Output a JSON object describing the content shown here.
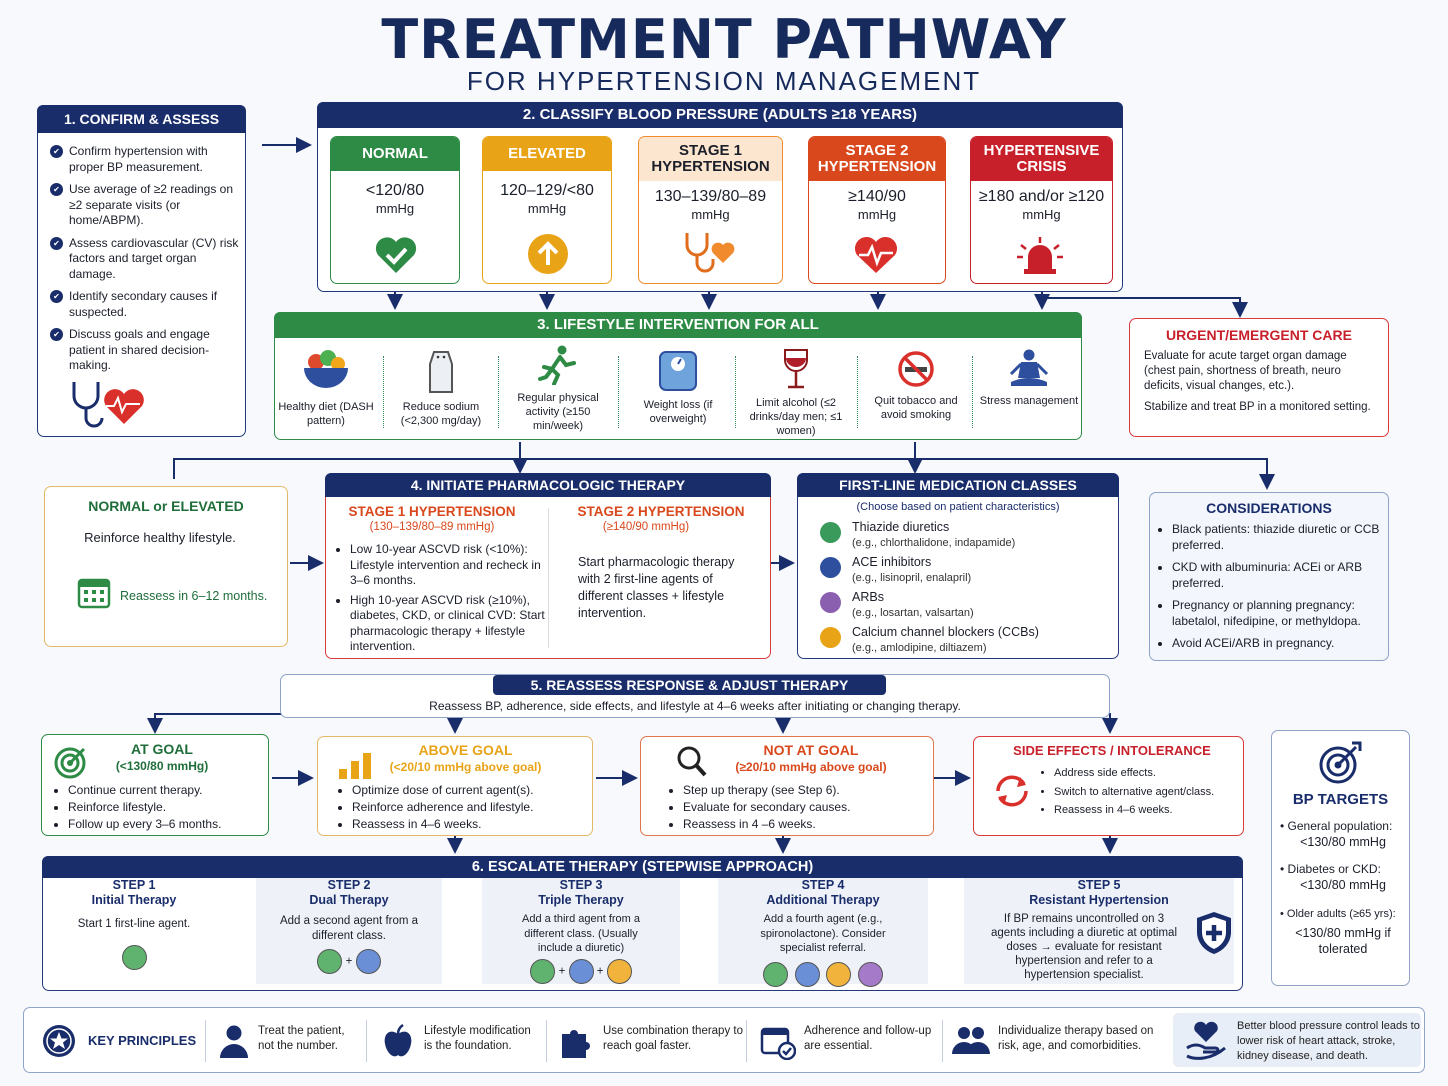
{
  "title": "TREATMENT PATHWAY",
  "subtitle": "FOR HYPERTENSION MANAGEMENT",
  "confirm": {
    "header": "1. CONFIRM & ASSESS",
    "items": [
      "Confirm hypertension with proper BP measurement.",
      "Use average of ≥2 readings on ≥2 separate visits (or home/ABPM).",
      "Assess cardiovascular (CV) risk factors and target organ damage.",
      "Identify secondary causes if suspected.",
      "Discuss goals and engage patient in shared decision-making."
    ]
  },
  "classify": {
    "header": "2. CLASSIFY BLOOD PRESSURE (ADULTS ≥18 YEARS)",
    "categories": [
      {
        "name": "NORMAL",
        "value": "<120/80",
        "unit": "mmHg",
        "color": "#2e8b45"
      },
      {
        "name": "ELEVATED",
        "value": "120–129/<80",
        "unit": "mmHg",
        "color": "#e8a317"
      },
      {
        "name": "STAGE 1 HYPERTENSION",
        "value": "130–139/80–89",
        "unit": "mmHg",
        "color": "#f08a2c"
      },
      {
        "name": "STAGE 2 HYPERTENSION",
        "value": "≥140/90",
        "unit": "mmHg",
        "color": "#d9481c"
      },
      {
        "name": "HYPERTENSIVE CRISIS",
        "value": "≥180 and/or ≥120",
        "unit": "mmHg",
        "color": "#c8202a"
      }
    ]
  },
  "lifestyle": {
    "header": "3. LIFESTYLE INTERVENTION FOR ALL",
    "items": [
      {
        "label": "Healthy diet (DASH pattern)",
        "icon": "salad-bowl-icon"
      },
      {
        "label": "Reduce sodium (<2,300 mg/day)",
        "icon": "salt-shaker-icon"
      },
      {
        "label": "Regular physical activity (≥150 min/week)",
        "icon": "running-person-icon"
      },
      {
        "label": "Weight loss (if overweight)",
        "icon": "scale-icon"
      },
      {
        "label": "Limit alcohol (≤2 drinks/day men; ≤1 women)",
        "icon": "wine-glass-icon"
      },
      {
        "label": "Quit tobacco and avoid smoking",
        "icon": "no-smoking-icon"
      },
      {
        "label": "Stress management",
        "icon": "meditation-icon"
      }
    ]
  },
  "urgent": {
    "header": "URGENT/EMERGENT CARE",
    "p1": "Evaluate for acute target organ damage (chest pain, shortness of breath, neuro deficits, visual changes, etc.).",
    "p2": "Stabilize and treat BP in a monitored setting."
  },
  "normal_elevated": {
    "header": "NORMAL or ELEVATED",
    "text": "Reinforce healthy lifestyle.",
    "reassess": "Reassess in 6–12 months."
  },
  "pharm": {
    "header": "4. INITIATE PHARMACOLOGIC THERAPY",
    "s1_title": "STAGE 1 HYPERTENSION",
    "s1_range": "(130–139/80–89 mmHg)",
    "s1_items": [
      "Low 10-year ASCVD risk (<10%): Lifestyle intervention and recheck in 3–6 months.",
      "High 10-year ASCVD risk (≥10%), diabetes, CKD, or clinical CVD: Start pharmacologic therapy + lifestyle intervention."
    ],
    "s2_title": "STAGE 2 HYPERTENSION",
    "s2_range": "(≥140/90 mmHg)",
    "s2_text": "Start pharmacologic therapy with 2 first-line agents of different classes + lifestyle intervention."
  },
  "meds": {
    "header": "FIRST-LINE MEDICATION CLASSES",
    "sub": "(Choose based on patient characteristics)",
    "items": [
      {
        "name": "Thiazide diuretics",
        "ex": "(e.g., chlorthalidone, indapamide)",
        "color": "#3a9a5b"
      },
      {
        "name": "ACE inhibitors",
        "ex": "(e.g., lisinopril, enalapril)",
        "color": "#2d4f9e"
      },
      {
        "name": "ARBs",
        "ex": "(e.g., losartan, valsartan)",
        "color": "#8a5fb0"
      },
      {
        "name": "Calcium channel blockers (CCBs)",
        "ex": "(e.g., amlodipine, diltiazem)",
        "color": "#e8a317"
      }
    ]
  },
  "considerations": {
    "header": "CONSIDERATIONS",
    "items": [
      "Black patients: thiazide diuretic or CCB preferred.",
      "CKD with albuminuria: ACEi or ARB preferred.",
      "Pregnancy or planning pregnancy: labetalol, nifedipine, or methyldopa.",
      "Avoid ACEi/ARB in pregnancy."
    ]
  },
  "reassess": {
    "header": "5. REASSESS RESPONSE & ADJUST THERAPY",
    "text": "Reassess BP, adherence, side effects, and lifestyle at 4–6 weeks after initiating or changing therapy."
  },
  "outcomes": [
    {
      "title": "AT GOAL",
      "sub": "(<130/80 mmHg)",
      "items": [
        "Continue current therapy.",
        "Reinforce lifestyle.",
        "Follow up every 3–6 months."
      ],
      "color": "#2e8b45"
    },
    {
      "title": "ABOVE GOAL",
      "sub": "(<20/10 mmHg above goal)",
      "items": [
        "Optimize dose of current agent(s).",
        "Reinforce adherence and lifestyle.",
        "Reassess in 4–6 weeks."
      ],
      "color": "#e8a317"
    },
    {
      "title": "NOT AT GOAL",
      "sub": "(≥20/10 mmHg above goal)",
      "items": [
        "Step up therapy (see Step 6).",
        "Evaluate for secondary causes.",
        "Reassess in 4 –6 weeks."
      ],
      "color": "#d9481c"
    },
    {
      "title": "SIDE EFFECTS / INTOLERANCE",
      "sub": "",
      "items": [
        "Address side effects.",
        "Switch to alternative agent/class.",
        "Reassess in 4–6 weeks."
      ],
      "color": "#c8202a"
    }
  ],
  "targets": {
    "header": "BP TARGETS",
    "items": [
      {
        "label": "General population:",
        "value": "<130/80 mmHg"
      },
      {
        "label": "Diabetes or CKD:",
        "value": "<130/80 mmHg"
      },
      {
        "label": "Older adults (≥65 yrs):",
        "value": "<130/80 mmHg if tolerated"
      }
    ]
  },
  "escalate": {
    "header": "6. ESCALATE THERAPY (STEPWISE APPROACH)",
    "steps": [
      {
        "step": "STEP 1",
        "name": "Initial Therapy",
        "text": "Start 1 first-line agent."
      },
      {
        "step": "STEP 2",
        "name": "Dual Therapy",
        "text": "Add a second agent from a different class."
      },
      {
        "step": "STEP 3",
        "name": "Triple Therapy",
        "text": "Add a third agent from a different class. (Usually include a diuretic)"
      },
      {
        "step": "STEP 4",
        "name": "Additional Therapy",
        "text": "Add a fourth agent (e.g., spironolactone). Consider specialist referral."
      },
      {
        "step": "STEP 5",
        "name": "Resistant Hypertension",
        "text": "If BP remains uncontrolled on 3 agents including a diuretic at optimal doses → evaluate for resistant hypertension and refer to a hypertension specialist."
      }
    ]
  },
  "principles": {
    "header": "KEY PRINCIPLES",
    "items": [
      "Treat the patient, not the number.",
      "Lifestyle modification is the foundation.",
      "Use combination therapy to reach goal faster.",
      "Adherence and follow-up are essential.",
      "Individualize therapy based on risk, age, and comorbidities."
    ],
    "footer": "Better blood pressure control leads to lower risk of heart attack, stroke, kidney disease, and death."
  }
}
